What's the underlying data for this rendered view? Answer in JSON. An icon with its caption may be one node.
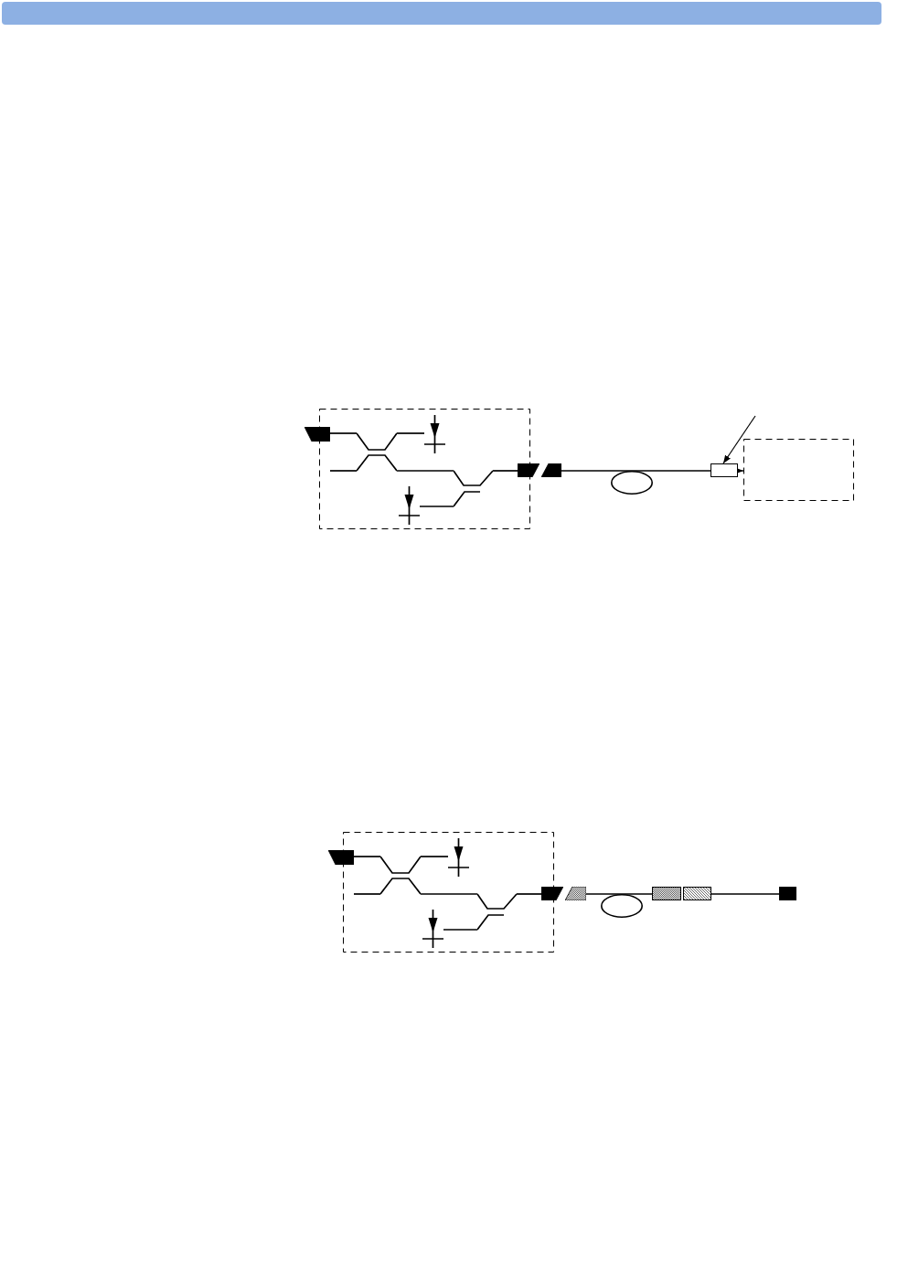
{
  "diagram": {
    "nodes": [
      {
        "text": [],
        "shape": "box"
      },
      {
        "text": [],
        "shape": "trapezoid"
      },
      {
        "text": [],
        "shape": "picture",
        "in": 0
      },
      {
        "text": [],
        "shape": "picture",
        "in": 0
      },
      {
        "text": [],
        "shape": "picture",
        "in": 0
      },
      {
        "text": [],
        "shape": "picture",
        "in": 0
      },
      {
        "text": [],
        "shape": "trapezoid"
      },
      {
        "text": [],
        "shape": "trapezoid"
      },
      {
        "text": [],
        "shape": "ellipse"
      },
      {
        "text": [],
        "shape": "box"
      },
      {
        "text": [],
        "shape": "box"
      },
      {
        "text": [],
        "shape": "box"
      },
      {
        "text": [],
        "shape": "trapezoid"
      },
      {
        "text": [],
        "shape": "picture",
        "in": 11
      },
      {
        "text": [],
        "shape": "picture",
        "in": 11
      },
      {
        "text": [],
        "shape": "picture",
        "in": 11
      },
      {
        "text": [],
        "shape": "picture",
        "in": 11
      },
      {
        "text": [],
        "shape": "trapezoid"
      },
      {
        "text": [],
        "shape": "trapezoid"
      },
      {
        "text": [],
        "shape": "ellipse"
      },
      {
        "text": [],
        "shape": "box"
      },
      {
        "text": [],
        "shape": "box"
      },
      {
        "text": [],
        "shape": "box"
      }
    ],
    "edges": [
      {
        "from": 1,
        "to": 2,
        "arrow": "none"
      },
      {
        "from": null,
        "to": 2,
        "arrow": "none"
      },
      {
        "from": 2,
        "to": 3,
        "arrow": "none"
      },
      {
        "from": 2,
        "to": 4,
        "arrow": "none"
      },
      {
        "from": 4,
        "to": 5,
        "arrow": "none"
      },
      {
        "from": 4,
        "to": 6,
        "arrow": "none"
      },
      {
        "from": 7,
        "to": 8,
        "arrow": "none"
      },
      {
        "from": 8,
        "to": 9,
        "arrow": "none"
      },
      {
        "from": null,
        "to": 9,
        "arrow": "to"
      },
      {
        "from": 9,
        "to": 10,
        "arrow": "to"
      },
      {
        "from": 12,
        "to": 13,
        "arrow": "none"
      },
      {
        "from": null,
        "to": 13,
        "arrow": "none"
      },
      {
        "from": 13,
        "to": 14,
        "arrow": "none"
      },
      {
        "from": 13,
        "to": 15,
        "arrow": "none"
      },
      {
        "from": 15,
        "to": 16,
        "arrow": "none"
      },
      {
        "from": 15,
        "to": 17,
        "arrow": "none"
      },
      {
        "from": 18,
        "to": 19,
        "arrow": "none"
      },
      {
        "from": 19,
        "to": 20,
        "arrow": "none"
      },
      {
        "from": 21,
        "to": 22,
        "arrow": "none"
      }
    ]
  }
}
